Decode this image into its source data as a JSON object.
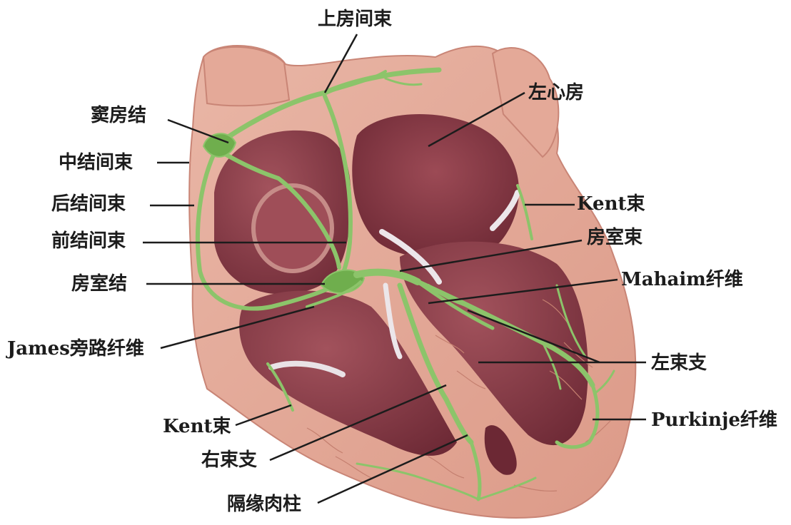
{
  "labels": {
    "bachmann_bundle": "上房间束",
    "left_atrium": "左心房",
    "sinoatrial_node": "窦房结",
    "middle_internodal": "中结间束",
    "posterior_internodal": "后结间束",
    "kent_bundle_right": "Kent束",
    "anterior_internodal": "前结间束",
    "his_bundle": "房室束",
    "av_node": "房室结",
    "mahaim_fibers": "Mahaim纤维",
    "james_fibers": "James旁路纤维",
    "left_bundle_branch": "左束支",
    "kent_bundle_left": "Kent束",
    "purkinje_fibers": "Purkinje纤维",
    "right_bundle_branch": "右束支",
    "septomarginal_trabecula": "隔缘肉柱"
  },
  "colors": {
    "heart_outer": "#e8b3a3",
    "heart_chamber": "#8e3c48",
    "conduction": "#8cc46a",
    "leader_line": "#1c1c1c",
    "text": "#1c1c1c"
  }
}
